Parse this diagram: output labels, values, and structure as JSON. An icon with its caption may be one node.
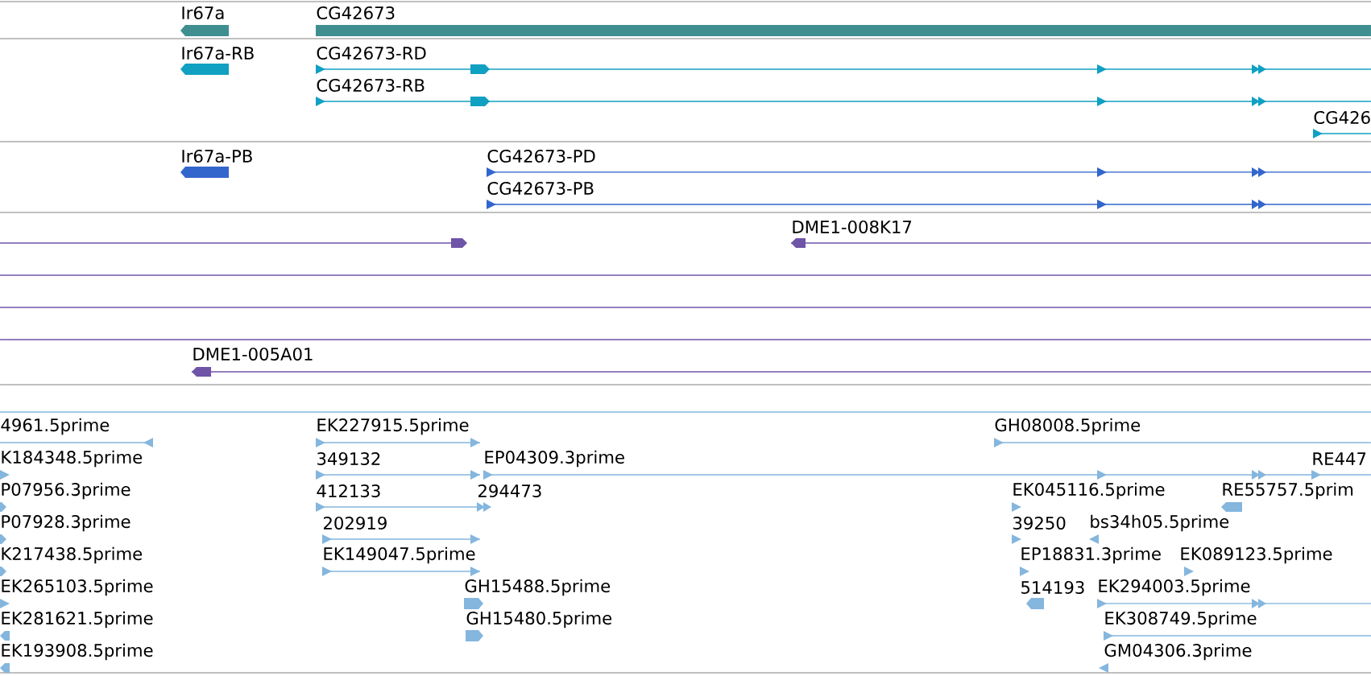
{
  "diagram": {
    "labels": [
      "Ir67a",
      "CG42673",
      "Ir67a-RB",
      "CG42673-RD",
      "CG42673-RB",
      "CG426",
      "Ir67a-PB",
      "CG42673-PD",
      "CG42673-PB",
      "DME1-008K17",
      "DME1-005A01",
      "4961.5prime",
      "EK227915.5prime",
      "GH08008.5prime",
      "K184348.5prime",
      "349132",
      "EP04309.3prime",
      "RE447",
      "P07956.3prime",
      "412133",
      "294473",
      "EK045116.5prime",
      "RE55757.5prim",
      "P07928.3prime",
      "202919",
      "39250",
      "bs34h05.5prime",
      "K217438.5prime",
      "EK149047.5prime",
      "EP18831.3prime",
      "EK089123.5prime",
      "EK265103.5prime",
      "GH15488.5prime",
      "514193",
      "EK294003.5prime",
      "EK281621.5prime",
      "GH15480.5prime",
      "EK308749.5prime",
      "EK193908.5prime",
      "GM04306.3prime"
    ]
  }
}
